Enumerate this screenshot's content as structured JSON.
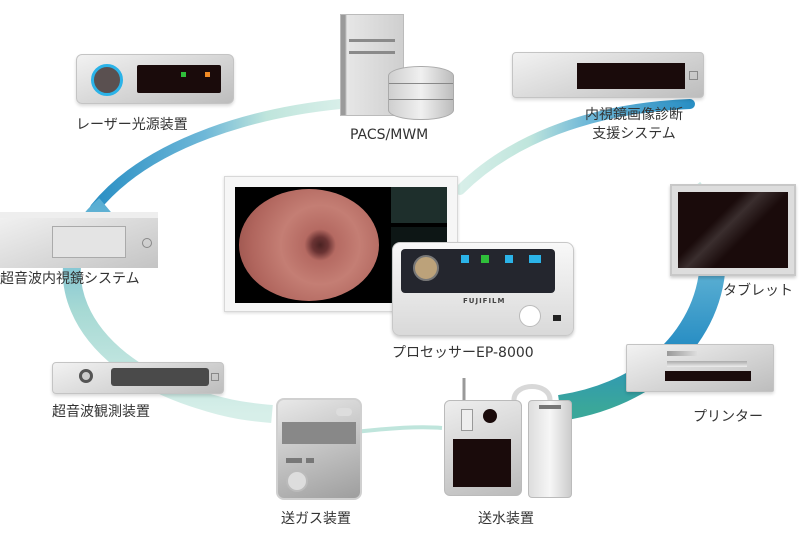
{
  "diagram": {
    "title": "",
    "center": {
      "label": "プロセッサーEP-8000",
      "brand_mark": "FUJIFILM",
      "monitor": "endoscope-monitor"
    },
    "nodes": [
      {
        "id": "laser",
        "label": "レーザー光源装置",
        "icon": "laser-light-source-icon"
      },
      {
        "id": "pacs",
        "label": "PACS/MWM",
        "icon": "server-database-icon"
      },
      {
        "id": "cad",
        "label_line1": "内視鏡画像診断",
        "label_line2": "支援システム",
        "icon": "diagnosis-support-unit-icon"
      },
      {
        "id": "tablet",
        "label": "タブレット",
        "icon": "tablet-icon"
      },
      {
        "id": "printer",
        "label": "プリンター",
        "icon": "printer-icon"
      },
      {
        "id": "water",
        "label": "送水装置",
        "icon": "water-pump-icon"
      },
      {
        "id": "gas",
        "label": "送ガス装置",
        "icon": "gas-insufflator-icon"
      },
      {
        "id": "us_obs",
        "label": "超音波観測装置",
        "icon": "ultrasound-observation-unit-icon"
      },
      {
        "id": "eus",
        "label": "超音波内視鏡システム",
        "icon": "ultrasound-endoscope-system-icon"
      }
    ],
    "colors": {
      "ring_blue": "#2a8fc4",
      "ring_teal": "#3aa79a",
      "ring_mint": "#bfe5dc",
      "led_green": "#2fbf3a",
      "led_orange": "#f08a24",
      "accent_cyan": "#2bb3e8"
    }
  }
}
